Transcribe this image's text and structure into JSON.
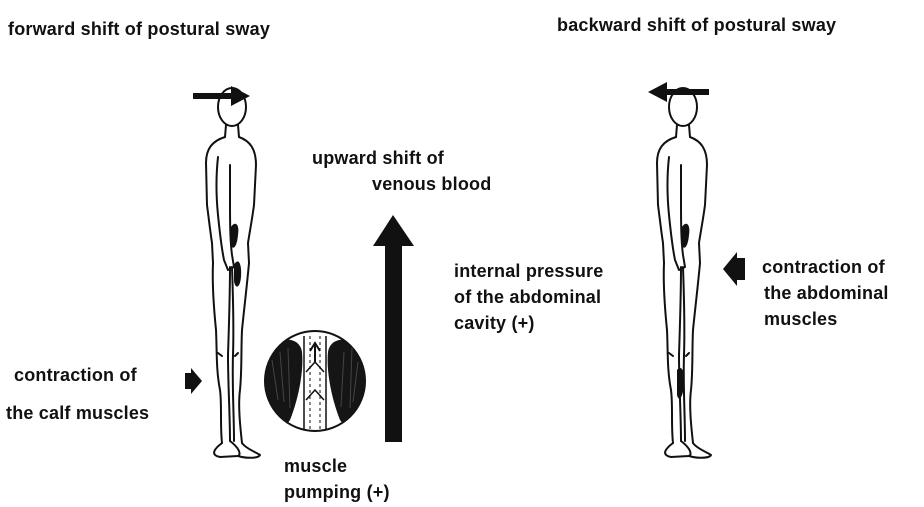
{
  "left_panel": {
    "title": "forward shift of postural sway",
    "calf_label_line1": "contraction of",
    "calf_label_line2": "the calf muscles"
  },
  "right_panel": {
    "title": "backward shift of postural sway",
    "abdominal_label_line1": "contraction of",
    "abdominal_label_line2": "the abdominal",
    "abdominal_label_line3": "muscles"
  },
  "center": {
    "upward_line1": "upward shift of",
    "upward_line2": "venous blood",
    "pressure_line1": "internal pressure",
    "pressure_line2": "of the abdominal",
    "pressure_line3": "cavity (+)",
    "pump_line1": "muscle",
    "pump_line2": "pumping (+)"
  },
  "colors": {
    "ink": "#111111",
    "background": "#ffffff"
  },
  "icons": [
    "arrow-right-icon",
    "arrow-left-icon",
    "arrow-up-icon",
    "human-figure-icon",
    "muscle-cross-section-icon"
  ]
}
